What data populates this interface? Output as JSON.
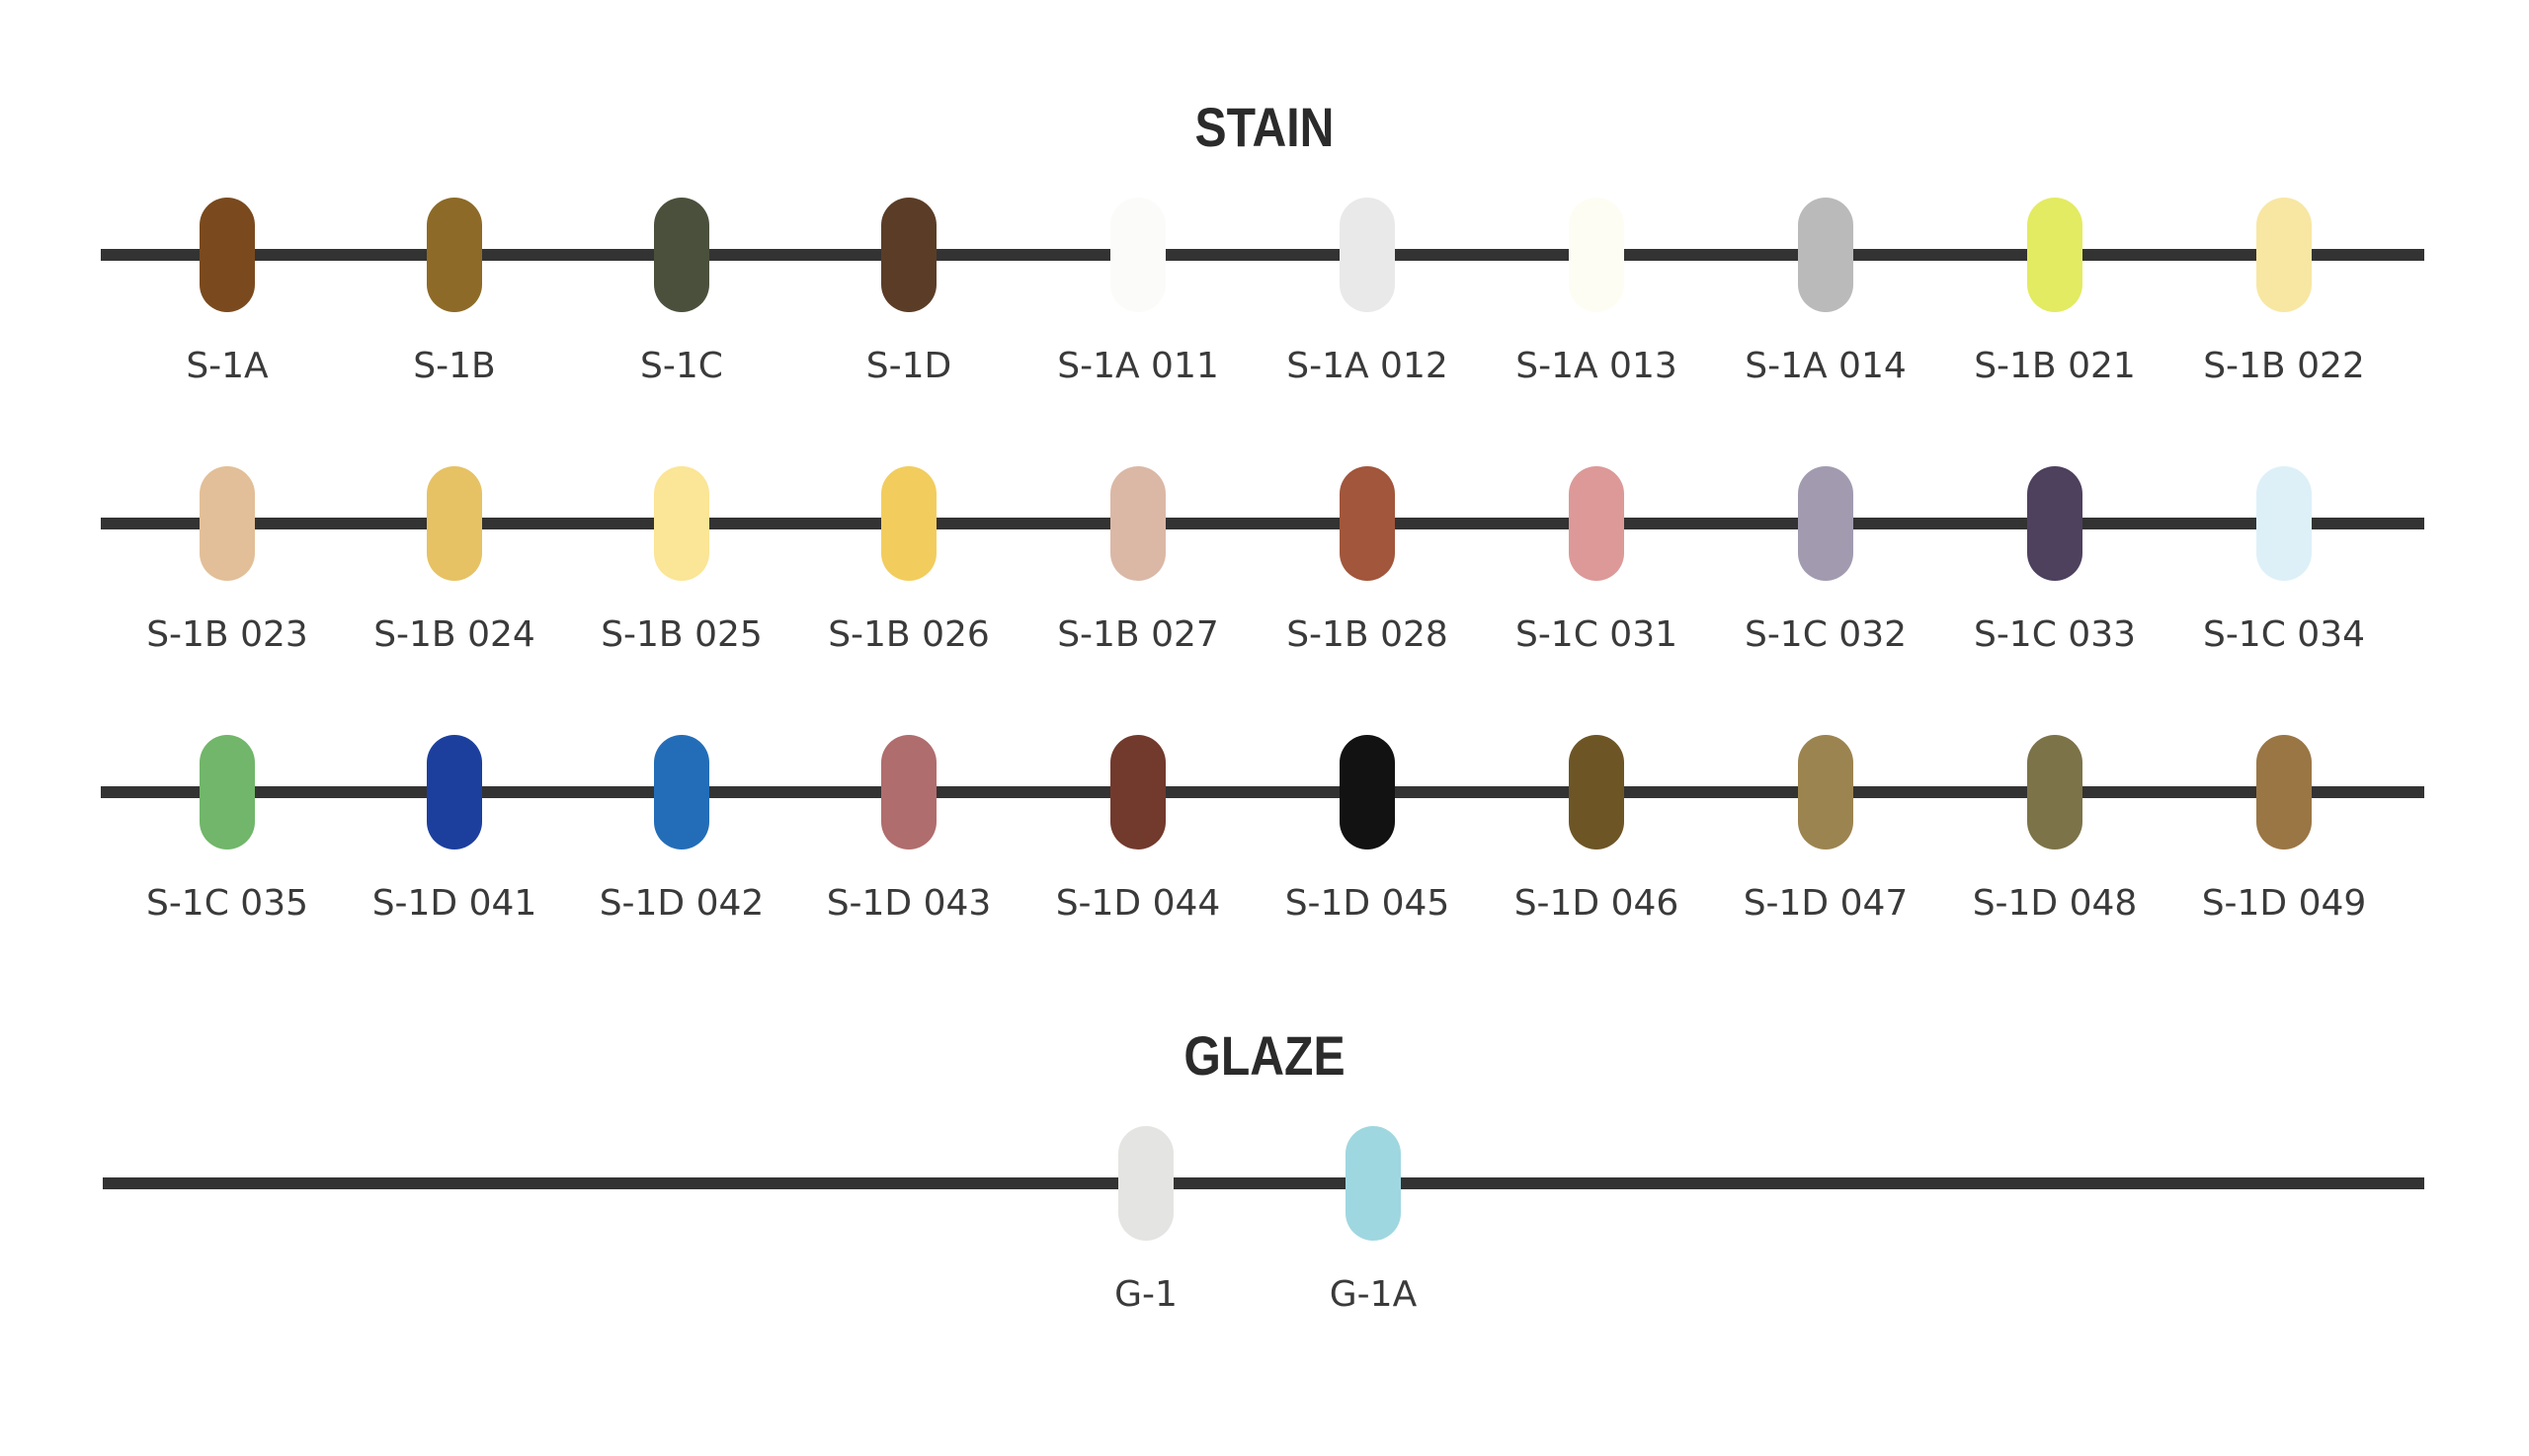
{
  "sections": [
    {
      "title": "STAIN",
      "rows": [
        [
          {
            "code": "S-1A",
            "color": "#7a4a1e"
          },
          {
            "code": "S-1B",
            "color": "#8d6a27"
          },
          {
            "code": "S-1C",
            "color": "#4b503c"
          },
          {
            "code": "S-1D",
            "color": "#5b3d27"
          },
          {
            "code": "S-1A 011",
            "color": "#fbfcf9"
          },
          {
            "code": "S-1A 012",
            "color": "#e9e9e9"
          },
          {
            "code": "S-1A 013",
            "color": "#fdfdf3"
          },
          {
            "code": "S-1A 014",
            "color": "#bababa"
          },
          {
            "code": "S-1B 021",
            "color": "#e3eb62"
          },
          {
            "code": "S-1B 022",
            "color": "#f8e7a3"
          }
        ],
        [
          {
            "code": "S-1B 023",
            "color": "#e2bf98"
          },
          {
            "code": "S-1B 024",
            "color": "#e6c264"
          },
          {
            "code": "S-1B 025",
            "color": "#fbe596"
          },
          {
            "code": "S-1B 026",
            "color": "#f2cd5e"
          },
          {
            "code": "S-1B 027",
            "color": "#dbb8a6"
          },
          {
            "code": "S-1B 028",
            "color": "#a2563c"
          },
          {
            "code": "S-1C 031",
            "color": "#dc9998"
          },
          {
            "code": "S-1C 032",
            "color": "#a29bb0"
          },
          {
            "code": "S-1C 033",
            "color": "#4d415e"
          },
          {
            "code": "S-1C 034",
            "color": "#ddf0f8"
          }
        ],
        [
          {
            "code": "S-1C 035",
            "color": "#71b66a"
          },
          {
            "code": "S-1D 041",
            "color": "#1c3f9e"
          },
          {
            "code": "S-1D 042",
            "color": "#236db8"
          },
          {
            "code": "S-1D 043",
            "color": "#b06d6e"
          },
          {
            "code": "S-1D 044",
            "color": "#723a2d"
          },
          {
            "code": "S-1D 045",
            "color": "#121212"
          },
          {
            "code": "S-1D 046",
            "color": "#6d5525"
          },
          {
            "code": "S-1D 047",
            "color": "#9c8450"
          },
          {
            "code": "S-1D 048",
            "color": "#7c7349"
          },
          {
            "code": "S-1D 049",
            "color": "#9a7645"
          }
        ]
      ]
    },
    {
      "title": "GLAZE",
      "rows": [
        [
          {
            "code": "G-1",
            "color": "#e4e4e2"
          },
          {
            "code": "G-1A",
            "color": "#9fd7e0"
          }
        ]
      ]
    }
  ]
}
